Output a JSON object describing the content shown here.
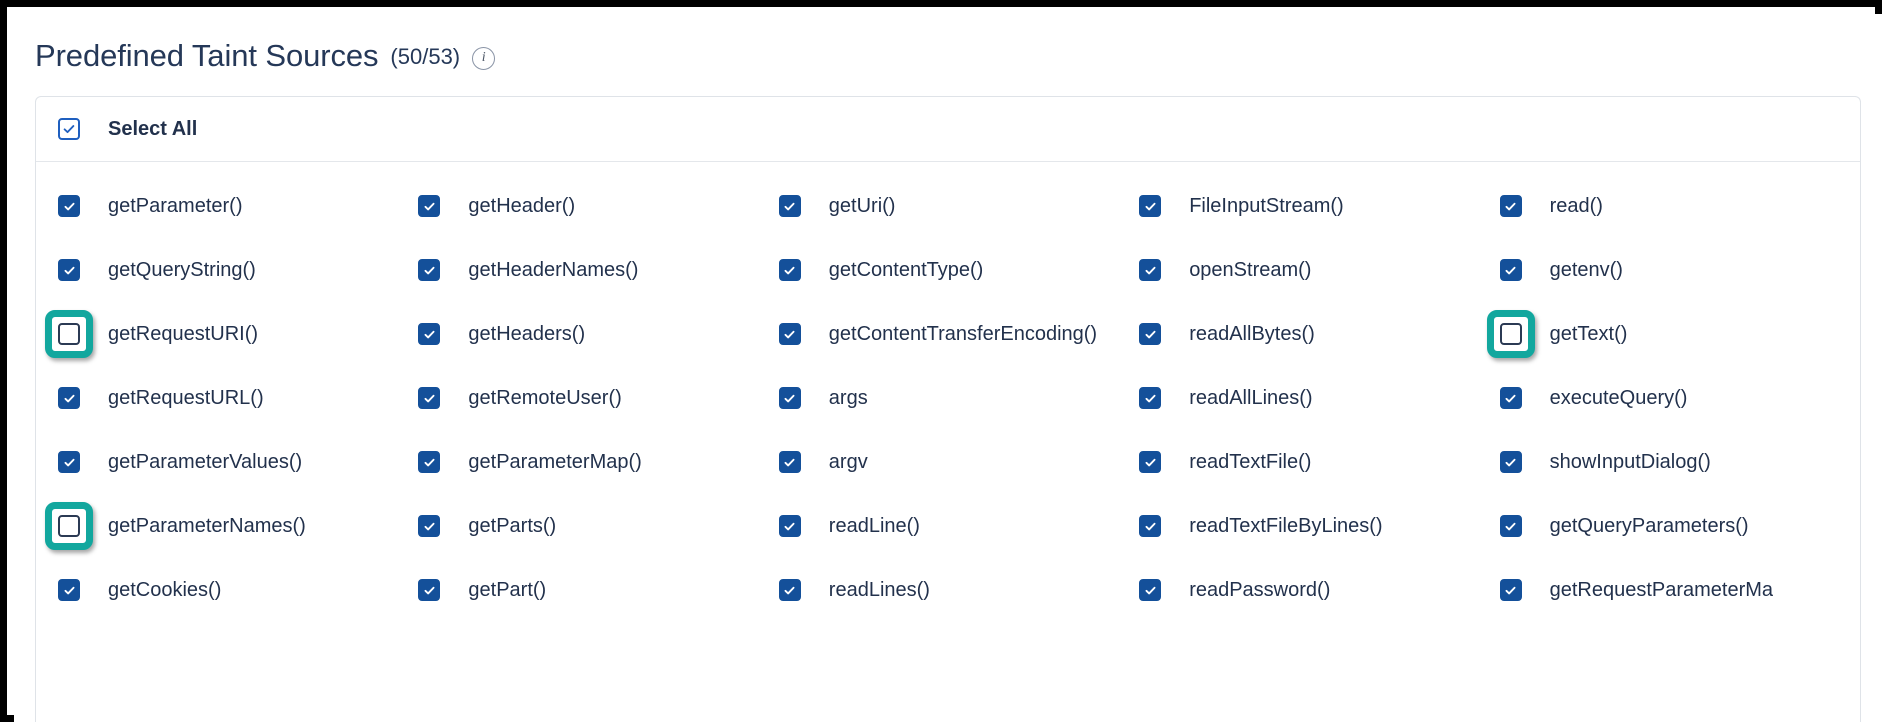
{
  "header": {
    "title": "Predefined Taint Sources",
    "count": "(50/53)",
    "info_icon": "info-icon",
    "info_glyph": "i"
  },
  "colors": {
    "checkbox_checked": "#14509a",
    "highlight_ring": "#12a79e",
    "text": "#22314c",
    "card_border": "#dfe3e8"
  },
  "select_all": {
    "label": "Select All",
    "checked": true
  },
  "columns": [
    {
      "items": [
        {
          "label": "getParameter()",
          "checked": true,
          "highlighted": false
        },
        {
          "label": "getQueryString()",
          "checked": true,
          "highlighted": false
        },
        {
          "label": "getRequestURI()",
          "checked": false,
          "highlighted": true
        },
        {
          "label": "getRequestURL()",
          "checked": true,
          "highlighted": false
        },
        {
          "label": "getParameterValues()",
          "checked": true,
          "highlighted": false
        },
        {
          "label": "getParameterNames()",
          "checked": false,
          "highlighted": true
        },
        {
          "label": "getCookies()",
          "checked": true,
          "highlighted": false
        }
      ]
    },
    {
      "items": [
        {
          "label": "getHeader()",
          "checked": true,
          "highlighted": false
        },
        {
          "label": "getHeaderNames()",
          "checked": true,
          "highlighted": false
        },
        {
          "label": "getHeaders()",
          "checked": true,
          "highlighted": false
        },
        {
          "label": "getRemoteUser()",
          "checked": true,
          "highlighted": false
        },
        {
          "label": "getParameterMap()",
          "checked": true,
          "highlighted": false
        },
        {
          "label": "getParts()",
          "checked": true,
          "highlighted": false
        },
        {
          "label": "getPart()",
          "checked": true,
          "highlighted": false
        }
      ]
    },
    {
      "items": [
        {
          "label": "getUri()",
          "checked": true,
          "highlighted": false
        },
        {
          "label": "getContentType()",
          "checked": true,
          "highlighted": false
        },
        {
          "label": "getContentTransferEncoding()",
          "checked": true,
          "highlighted": false
        },
        {
          "label": "args",
          "checked": true,
          "highlighted": false
        },
        {
          "label": "argv",
          "checked": true,
          "highlighted": false
        },
        {
          "label": "readLine()",
          "checked": true,
          "highlighted": false
        },
        {
          "label": "readLines()",
          "checked": true,
          "highlighted": false
        }
      ]
    },
    {
      "items": [
        {
          "label": "FileInputStream()",
          "checked": true,
          "highlighted": false
        },
        {
          "label": "openStream()",
          "checked": true,
          "highlighted": false
        },
        {
          "label": "readAllBytes()",
          "checked": true,
          "highlighted": false
        },
        {
          "label": "readAllLines()",
          "checked": true,
          "highlighted": false
        },
        {
          "label": "readTextFile()",
          "checked": true,
          "highlighted": false
        },
        {
          "label": "readTextFileByLines()",
          "checked": true,
          "highlighted": false
        },
        {
          "label": "readPassword()",
          "checked": true,
          "highlighted": false
        }
      ]
    },
    {
      "items": [
        {
          "label": "read()",
          "checked": true,
          "highlighted": false
        },
        {
          "label": "getenv()",
          "checked": true,
          "highlighted": false
        },
        {
          "label": "getText()",
          "checked": false,
          "highlighted": true
        },
        {
          "label": "executeQuery()",
          "checked": true,
          "highlighted": false
        },
        {
          "label": "showInputDialog()",
          "checked": true,
          "highlighted": false
        },
        {
          "label": "getQueryParameters()",
          "checked": true,
          "highlighted": false
        },
        {
          "label": "getRequestParameterMa",
          "checked": true,
          "highlighted": false
        }
      ]
    }
  ]
}
